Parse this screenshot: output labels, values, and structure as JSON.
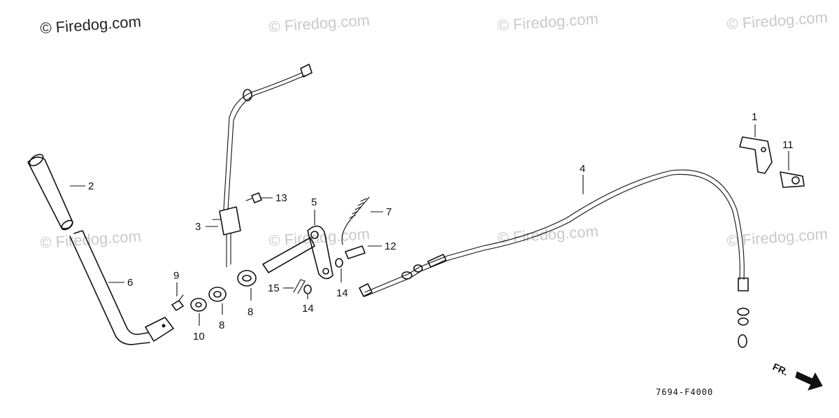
{
  "watermarks": {
    "main": "© Firedog.com",
    "faint": "© Firedog.com"
  },
  "diagram_code": "7694-F4000",
  "front_indicator": "FR.",
  "callouts": {
    "c1": "1",
    "c2": "2",
    "c3": "3",
    "c4": "4",
    "c5": "5",
    "c6": "6",
    "c7": "7",
    "c8a": "8",
    "c8b": "8",
    "c9": "9",
    "c10": "10",
    "c11": "11",
    "c12": "12",
    "c13": "13",
    "c14a": "14",
    "c14b": "14",
    "c15": "15"
  },
  "colors": {
    "line": "#111111",
    "watermark": "#c9c9c9",
    "background": "#ffffff"
  }
}
